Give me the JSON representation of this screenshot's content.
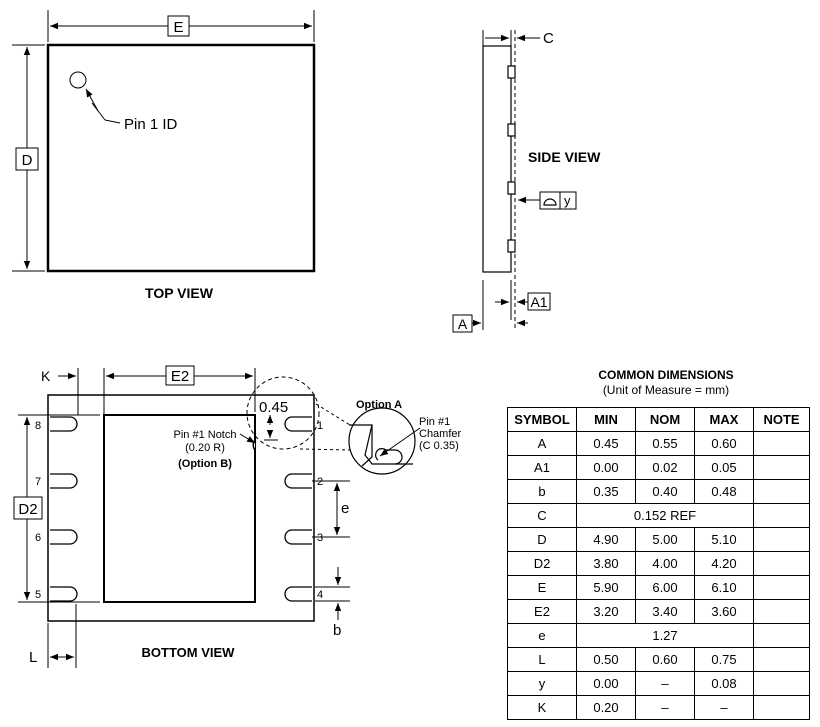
{
  "top_view": {
    "title": "TOP VIEW",
    "dim_e": "E",
    "dim_d": "D",
    "pin1_label": "Pin 1 ID"
  },
  "side_view": {
    "title": "SIDE VIEW",
    "dim_c": "C",
    "dim_a1": "A1",
    "dim_a": "A",
    "flatness_symbol": "y"
  },
  "bottom_view": {
    "title": "BOTTOM VIEW",
    "dim_k": "K",
    "dim_e2": "E2",
    "dim_d2": "D2",
    "dim_e": "e",
    "dim_b": "b",
    "dim_l": "L",
    "corner_value": "0.45",
    "option_a": "Option A",
    "notch_line1": "Pin #1 Notch",
    "notch_line2": "(0.20 R)",
    "notch_line3": "(Option B)",
    "chamfer_line1": "Pin #1",
    "chamfer_line2": "Chamfer",
    "chamfer_line3": "(C 0.35)",
    "pins": [
      "1",
      "2",
      "3",
      "4",
      "5",
      "6",
      "7",
      "8"
    ]
  },
  "table": {
    "title": "COMMON DIMENSIONS",
    "subtitle": "(Unit of Measure = mm)",
    "headers": [
      "SYMBOL",
      "MIN",
      "NOM",
      "MAX",
      "NOTE"
    ],
    "rows": [
      [
        "A",
        "0.45",
        "0.55",
        "0.60",
        ""
      ],
      [
        "A1",
        "0.00",
        "0.02",
        "0.05",
        ""
      ],
      [
        "b",
        "0.35",
        "0.40",
        "0.48",
        ""
      ],
      [
        "C",
        "0.152 REF"
      ],
      [
        "D",
        "4.90",
        "5.00",
        "5.10",
        ""
      ],
      [
        "D2",
        "3.80",
        "4.00",
        "4.20",
        ""
      ],
      [
        "E",
        "5.90",
        "6.00",
        "6.10",
        ""
      ],
      [
        "E2",
        "3.20",
        "3.40",
        "3.60",
        ""
      ],
      [
        "e",
        "1.27"
      ],
      [
        "L",
        "0.50",
        "0.60",
        "0.75",
        ""
      ],
      [
        "y",
        "0.00",
        "–",
        "0.08",
        ""
      ],
      [
        "K",
        "0.20",
        "–",
        "–",
        ""
      ]
    ]
  }
}
